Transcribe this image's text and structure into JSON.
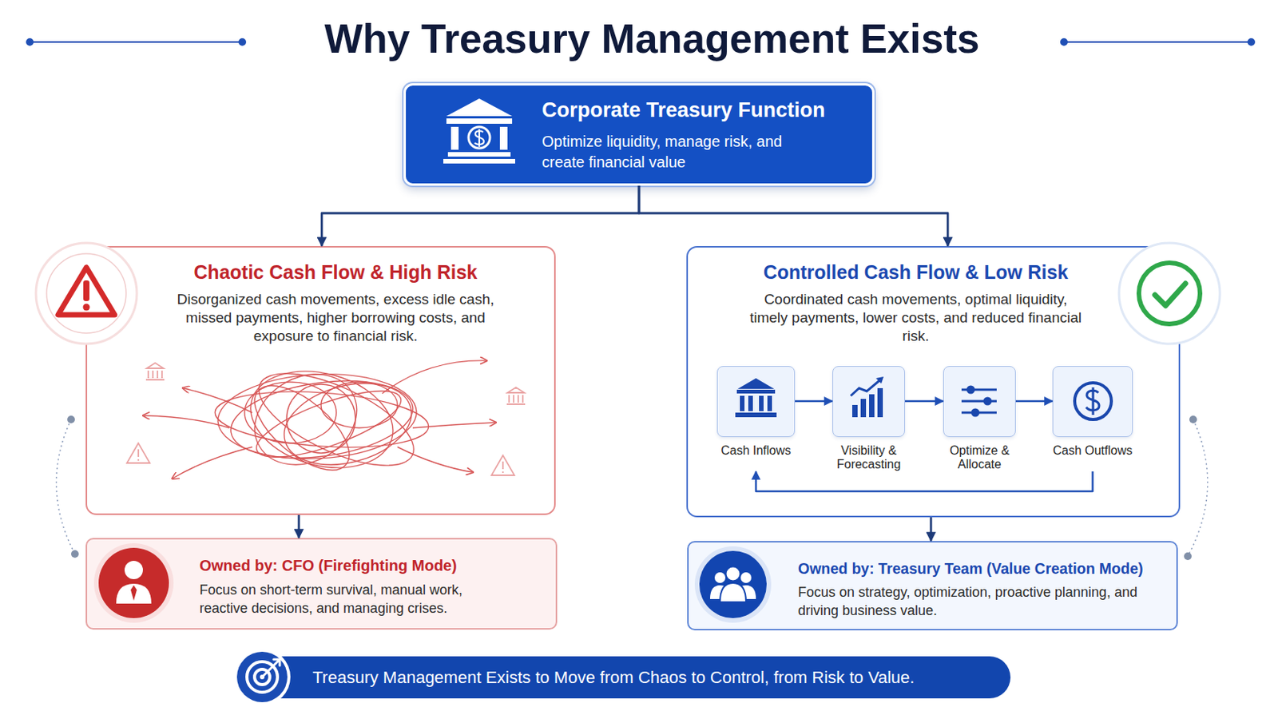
{
  "diagram": {
    "title": "Why Treasury Management Exists",
    "nodes": [
      {
        "text": [
          "Corporate Treasury Function",
          "Optimize liquidity, manage risk, and create financial value"
        ]
      },
      {
        "text": [
          "Chaotic Cash Flow & High Risk",
          "Disorganized cash movements, excess idle cash, missed payments, higher borrowing costs, and exposure to financial risk."
        ]
      },
      {
        "text": [
          "Controlled Cash Flow & Low Risk",
          "Coordinated cash movements, optimal liquidity, timely payments, lower costs, and reduced financial risk."
        ]
      },
      {
        "text": [
          "Cash Inflows"
        ],
        "in": 2
      },
      {
        "text": [
          "Visibility & Forecasting"
        ],
        "in": 2
      },
      {
        "text": [
          "Optimize & Allocate"
        ],
        "in": 2
      },
      {
        "text": [
          "Cash Outflows"
        ],
        "in": 2
      },
      {
        "text": [
          "Owned by: CFO (Firefighting Mode)",
          "Focus on short-term survival, manual work, reactive decisions, and managing crises."
        ]
      },
      {
        "text": [
          "Owned by: Treasury Team (Value Creation Mode)",
          "Focus on strategy, optimization, proactive planning, and driving business value."
        ]
      },
      {
        "text": [
          "Treasury Management Exists to Move from Chaos to Control, from Risk to Value."
        ]
      }
    ],
    "edges": [
      {
        "from": 0,
        "to": 1,
        "arrow": "to"
      },
      {
        "from": 0,
        "to": 2,
        "arrow": "to"
      },
      {
        "from": 3,
        "to": 4,
        "arrow": "to"
      },
      {
        "from": 4,
        "to": 5,
        "arrow": "to"
      },
      {
        "from": 5,
        "to": 6,
        "arrow": "to"
      },
      {
        "from": 6,
        "to": 3,
        "arrow": "to"
      },
      {
        "from": 1,
        "to": 7,
        "arrow": "to"
      },
      {
        "from": 2,
        "to": 8,
        "arrow": "to"
      }
    ]
  }
}
